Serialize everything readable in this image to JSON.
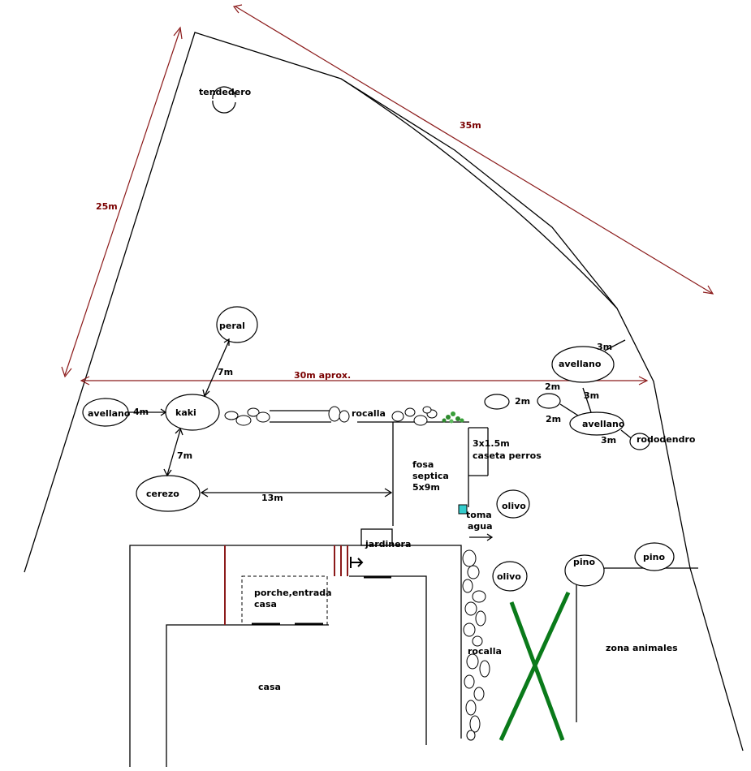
{
  "labels": {
    "tendedero": "tendedero",
    "peral": "peral",
    "kaki": "kaki",
    "avellano_left": "avellano",
    "cerezo": "cerezo",
    "rocalla_top": "rocalla",
    "rocalla_right": "rocalla",
    "fosa": [
      "fosa",
      "septica",
      "5x9m"
    ],
    "caseta": [
      "3x1.5m",
      "caseta perros"
    ],
    "toma": [
      "toma",
      "agua"
    ],
    "olivo_top": "olivo",
    "olivo_bottom": "olivo",
    "jardinera": "jardinera",
    "porche": [
      "porche,entrada",
      "casa"
    ],
    "casa": "casa",
    "avellano_right_top": "avellano",
    "avellano_right_mid": "avellano",
    "rododendro": "rododendro",
    "pino_left": "pino",
    "pino_right": "pino",
    "zona_animales": "zona animales"
  },
  "dimensions": {
    "left_side": "25m",
    "diagonal": "35m",
    "width": "30m aprox.",
    "avellano_kaki": "4m",
    "kaki_peral": "7m",
    "kaki_cerezo": "7m",
    "cerezo_fosa": "13m",
    "d_2m_a": "2m",
    "d_2m_b": "2m",
    "d_2m_c": "2m",
    "d_3m_a": "3m",
    "d_3m_b": "3m",
    "d_3m_c": "3m"
  },
  "colors": {
    "dimension": "#8b1a1a",
    "cross": "#0a7a1a",
    "water": "#33cccc"
  }
}
